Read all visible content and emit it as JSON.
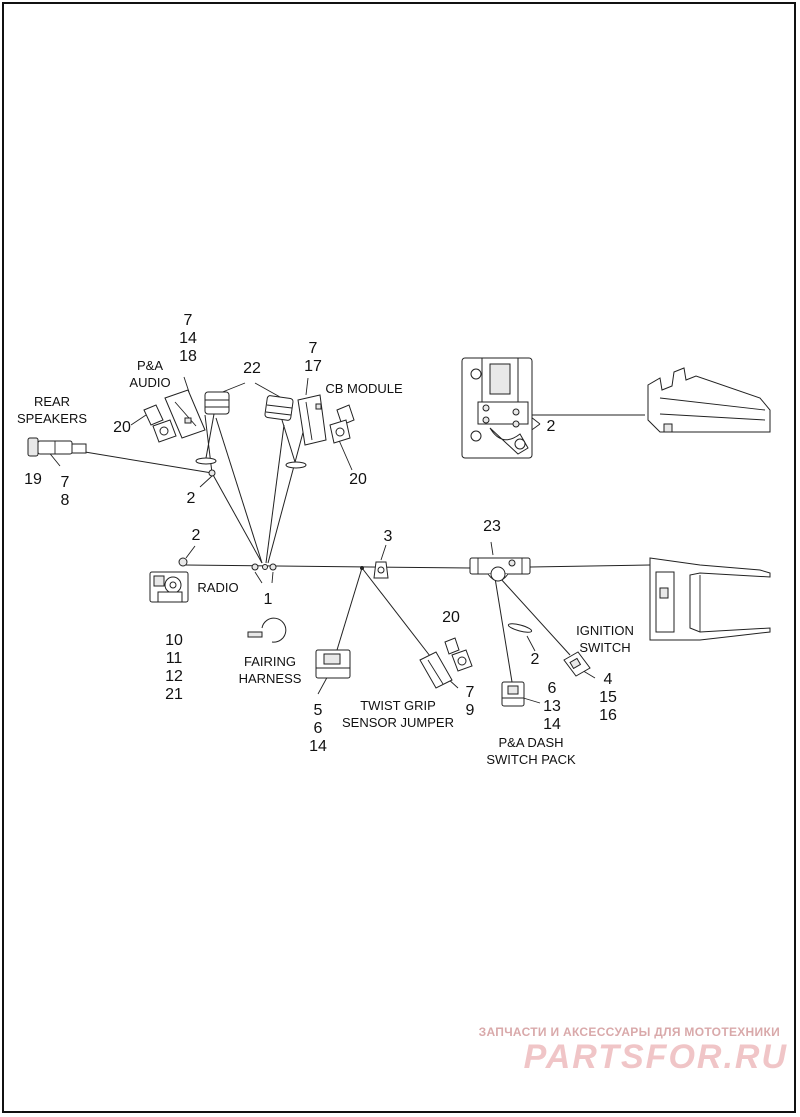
{
  "labels": {
    "rear_speakers_1": "REAR",
    "rear_speakers_2": "SPEAKERS",
    "pa_audio_1": "P&A",
    "pa_audio_2": "AUDIO",
    "cb_module": "CB MODULE",
    "radio": "RADIO",
    "fairing_1": "FAIRING",
    "fairing_2": "HARNESS",
    "twist_1": "TWIST GRIP",
    "twist_2": "SENSOR JUMPER",
    "pa_dash_1": "P&A DASH",
    "pa_dash_2": "SWITCH PACK",
    "ignition_1": "IGNITION",
    "ignition_2": "SWITCH"
  },
  "callouts": {
    "pa_audio_7": "7",
    "pa_audio_14": "14",
    "pa_audio_18": "18",
    "top_22": "22",
    "cb_7": "7",
    "cb_17": "17",
    "clip_left_20": "20",
    "clip_right_20": "20",
    "rear_19": "19",
    "rear_7": "7",
    "rear_8": "8",
    "left_2": "2",
    "radio_2": "2",
    "radio_10": "10",
    "radio_11": "11",
    "radio_12": "12",
    "radio_21": "21",
    "center_1": "1",
    "center_3": "3",
    "fairing_5": "5",
    "fairing_6": "6",
    "fairing_14": "14",
    "twist_20": "20",
    "twist_7": "7",
    "twist_9": "9",
    "right_23": "23",
    "right_2": "2",
    "dash_6": "6",
    "dash_13": "13",
    "dash_14": "14",
    "ign_4": "4",
    "ign_15": "15",
    "ign_16": "16",
    "top_right_2": "2"
  },
  "watermark": {
    "small": "ЗАПЧАСТИ И АКСЕССУАРЫ ДЛЯ МОТОТЕХНИКИ",
    "big": "PARTSFOR.RU"
  }
}
